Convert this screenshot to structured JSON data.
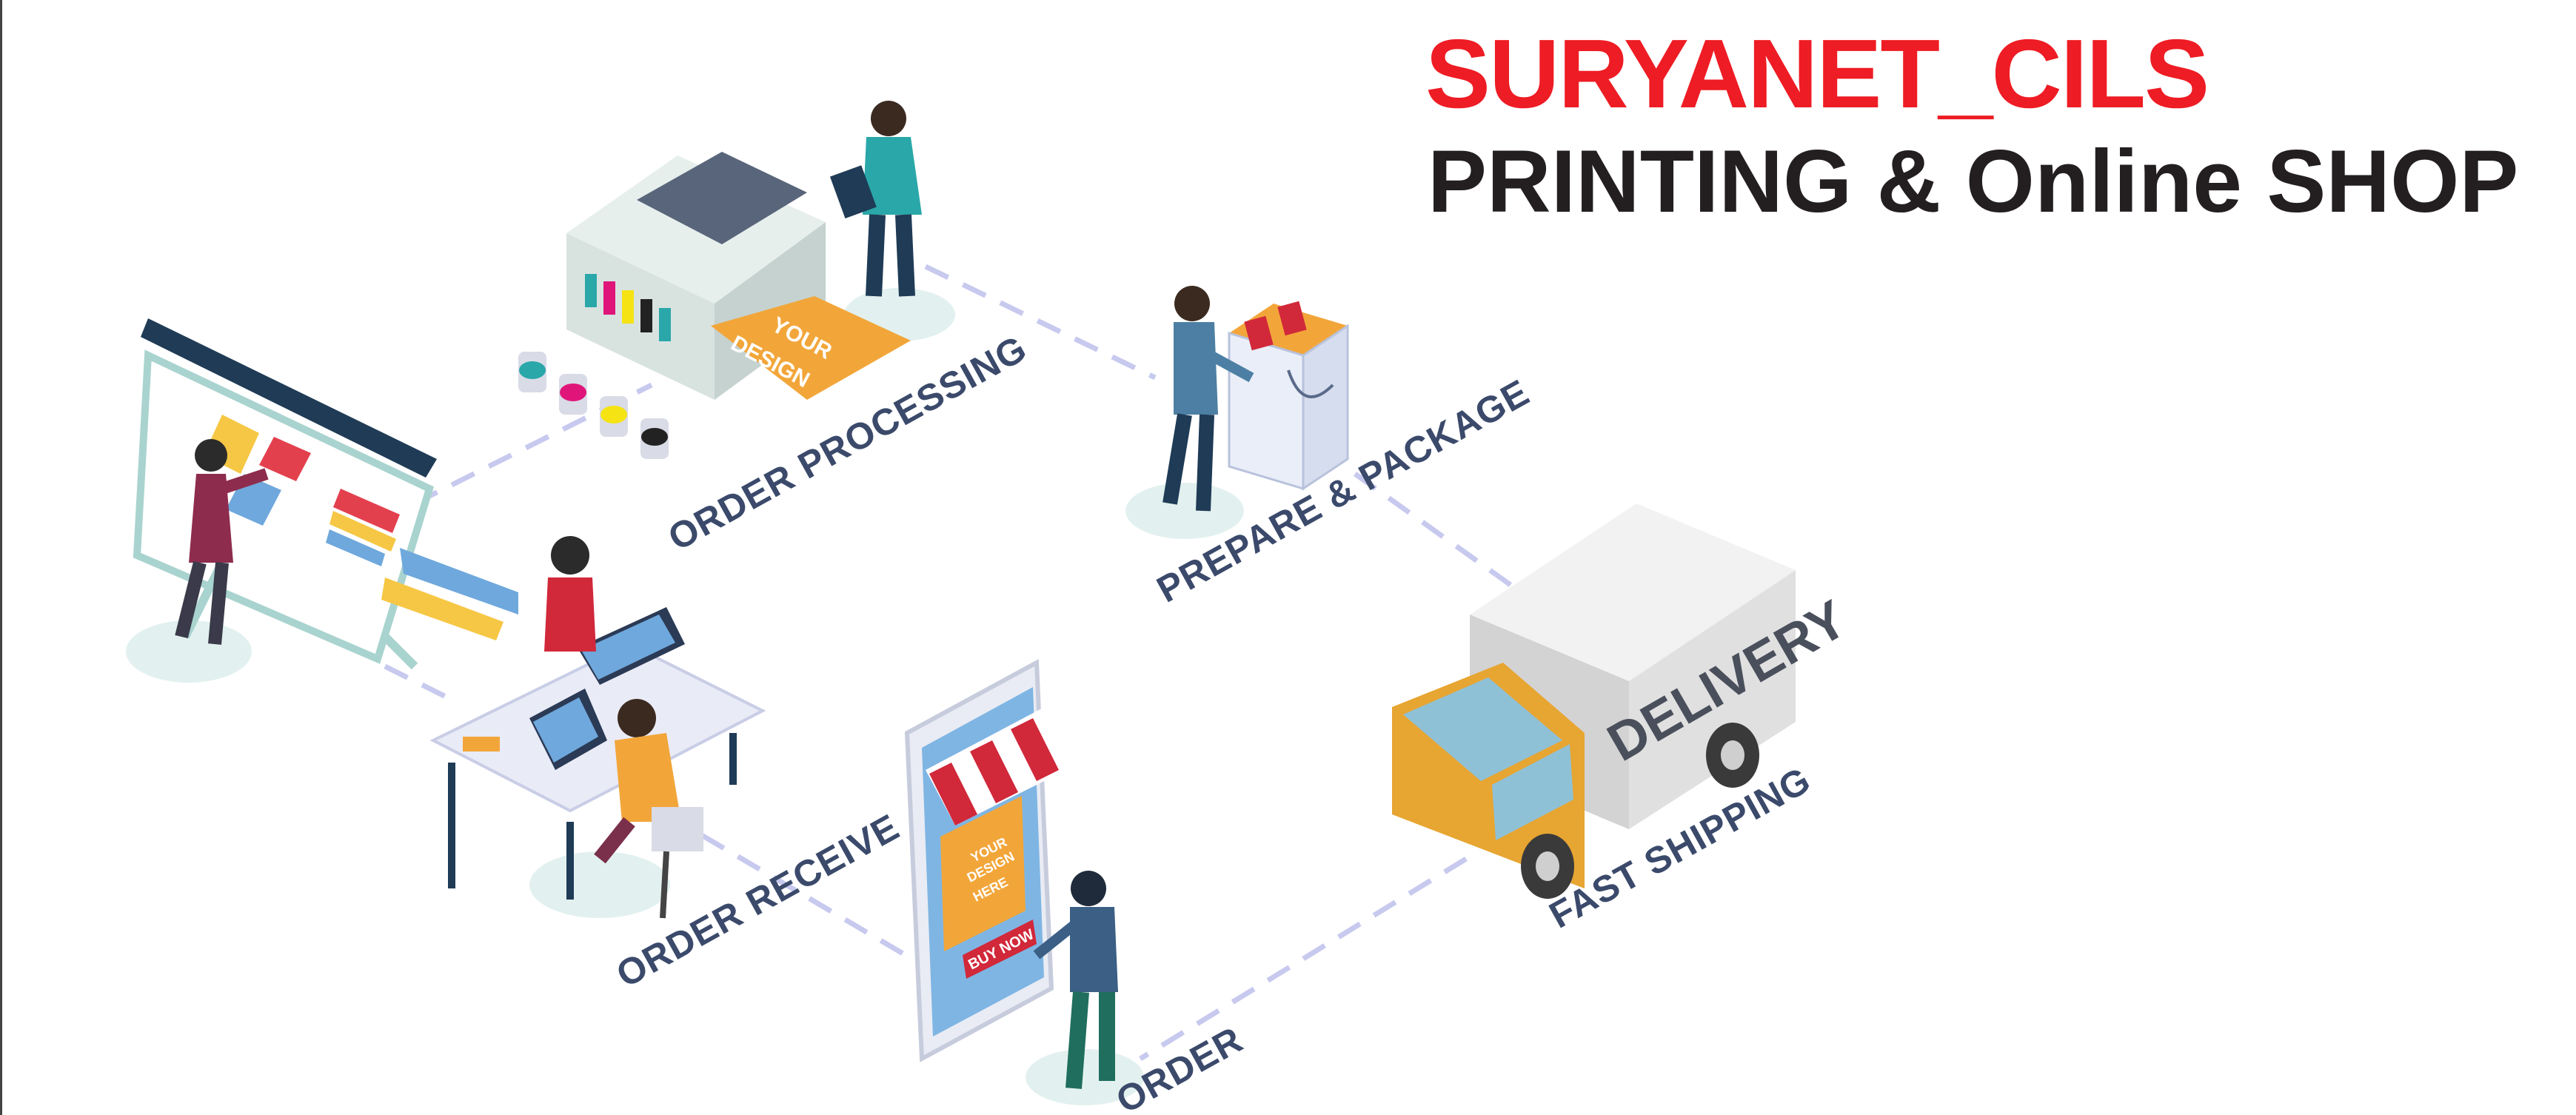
{
  "header": {
    "brand": "SURYANET_CILS",
    "tagline": "PRINTING & Online SHOP"
  },
  "steps": {
    "order": "ORDER",
    "receive": "ORDER RECEIVE",
    "processing": "ORDER PROCESSING",
    "package": "PREPARE & PACKAGE",
    "shipping": "FAST SHIPPING"
  },
  "artwork": {
    "printer_sheet": [
      "YOUR",
      "DESIGN"
    ],
    "phone_card": [
      "YOUR",
      "DESIGN",
      "HERE"
    ],
    "phone_button": "BUY NOW",
    "truck_side": "DELIVERY"
  },
  "colors": {
    "brand_red": "#ee1c24",
    "tagline_dark": "#231f20",
    "label_navy": "#3b4a6b",
    "connector": "#c7c9ee",
    "accent_orange": "#f2a63a",
    "teal": "#2aa7a9",
    "dark_navy": "#1f3b56"
  },
  "icons": [
    "printer",
    "ink-bottles",
    "designer-board",
    "office-desk",
    "smartphone-shop",
    "packaging-bag",
    "delivery-truck"
  ]
}
